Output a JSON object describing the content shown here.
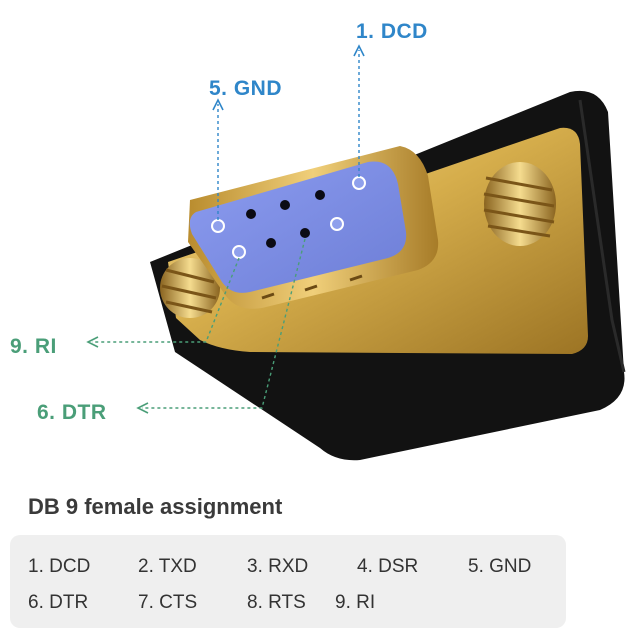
{
  "callouts": {
    "dcd": "1. DCD",
    "gnd": "5. GND",
    "ri": "9. RI",
    "dtr": "6. DTR"
  },
  "colors": {
    "blue_label": "#2f86c9",
    "green_label": "#4a9e78",
    "pin_face": "#7f8fe0",
    "gold": "#d6ae4c",
    "body": "#111111"
  },
  "table": {
    "title": "DB 9 female assignment",
    "rows": [
      [
        "1. DCD",
        "2. TXD",
        "3. RXD",
        "4. DSR",
        "5. GND"
      ],
      [
        "6. DTR",
        "7. CTS",
        "8. RTS",
        "9. RI"
      ]
    ]
  }
}
